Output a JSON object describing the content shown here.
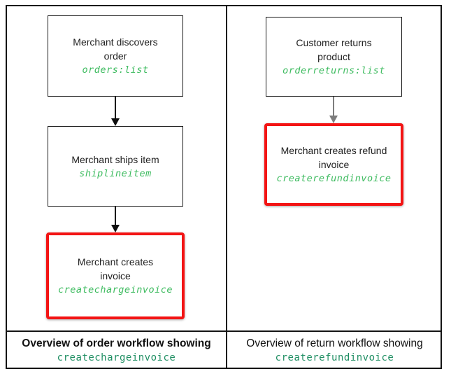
{
  "colors": {
    "code_green": "#3dbb5f",
    "caption_green": "#1e8e62",
    "highlight_red": "#f31414",
    "arrow_black": "#0d0d0d",
    "arrow_gray": "#7d7d7d"
  },
  "left": {
    "node1": {
      "line1": "Merchant discovers",
      "line2": "order",
      "code": "orders:list"
    },
    "node2": {
      "line1": "Merchant ships item",
      "code": "shiplineitem"
    },
    "node3": {
      "line1": "Merchant creates",
      "line2": "invoice",
      "code": "createchargeinvoice"
    },
    "caption_text": "Overview of order workflow showing",
    "caption_code": "createchargeinvoice"
  },
  "right": {
    "node1": {
      "line1": "Customer returns",
      "line2": "product",
      "code": "orderreturns:list"
    },
    "node2": {
      "line1": "Merchant creates refund",
      "line2": "invoice",
      "code": "createrefundinvoice"
    },
    "caption_text": "Overview of return workflow showing",
    "caption_code": "createrefundinvoice"
  }
}
